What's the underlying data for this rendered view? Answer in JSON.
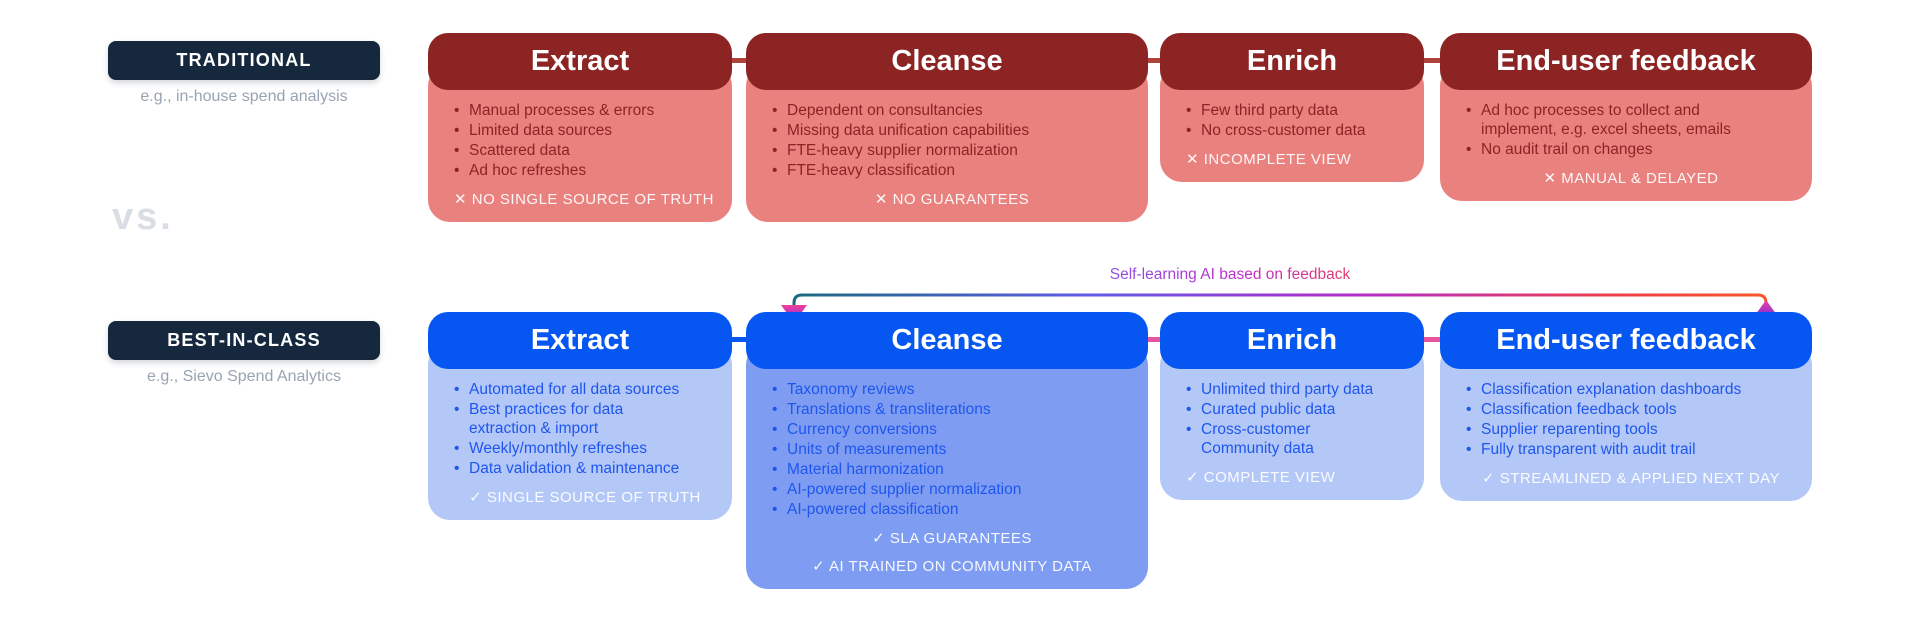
{
  "labels": {
    "traditional": {
      "title": "TRADITIONAL",
      "subtitle": "e.g., in-house spend analysis"
    },
    "vs": "vs.",
    "best_in_class": {
      "title": "BEST-IN-CLASS",
      "subtitle": "e.g., Sievo Spend Analytics"
    }
  },
  "feedback_arrow": {
    "label": "Self-learning AI based on feedback"
  },
  "colors": {
    "traditional_header": "#8C2423",
    "traditional_body": "#E9827F",
    "best_header": "#0656F2",
    "best_body_light": "#B4C8F8",
    "best_body_medium": "#7E9DF2",
    "pill_navy": "#15283E",
    "connector_red": "#AF423B",
    "connector_blue": "#0656F2",
    "connector_pink": "#E8549E",
    "arrow_gradient": [
      "#1D6A80",
      "#5F5AE8",
      "#B32CCB",
      "#F8572B"
    ]
  },
  "rows": {
    "traditional": {
      "cards": [
        {
          "title": "Extract",
          "bullets": [
            "Manual processes & errors",
            "Limited data sources",
            "Scattered data",
            "Ad hoc refreshes"
          ],
          "footers": [
            "✕ NO SINGLE SOURCE OF TRUTH"
          ]
        },
        {
          "title": "Cleanse",
          "bullets": [
            "Dependent on consultancies",
            "Missing data unification capabilities",
            "FTE-heavy supplier normalization",
            "FTE-heavy classification"
          ],
          "footers": [
            "✕ NO GUARANTEES"
          ]
        },
        {
          "title": "Enrich",
          "bullets": [
            "Few third party data",
            "No cross-customer data"
          ],
          "footers": [
            "✕ INCOMPLETE VIEW"
          ]
        },
        {
          "title": "End-user feedback",
          "bullets": [
            "Ad hoc processes to collect and implement, e.g. excel sheets, emails",
            "No audit trail on changes"
          ],
          "footers": [
            "✕ MANUAL & DELAYED"
          ]
        }
      ]
    },
    "best_in_class": {
      "cards": [
        {
          "title": "Extract",
          "bullets": [
            "Automated for all data sources",
            "Best practices for data extraction & import",
            "Weekly/monthly refreshes",
            "Data validation & maintenance"
          ],
          "footers": [
            "✓ SINGLE SOURCE OF TRUTH"
          ]
        },
        {
          "title": "Cleanse",
          "bullets": [
            "Taxonomy reviews",
            "Translations & transliterations",
            "Currency conversions",
            "Units of measurements",
            "Material harmonization",
            "AI-powered supplier normalization",
            "AI-powered classification"
          ],
          "footers": [
            "✓ SLA GUARANTEES",
            "✓ AI TRAINED ON COMMUNITY DATA"
          ]
        },
        {
          "title": "Enrich",
          "bullets": [
            "Unlimited third party data",
            "Curated public data",
            "Cross-customer\nCommunity data"
          ],
          "footers": [
            "✓ COMPLETE VIEW"
          ]
        },
        {
          "title": "End-user feedback",
          "bullets": [
            "Classification explanation dashboards",
            "Classification feedback tools",
            "Supplier reparenting tools",
            "Fully transparent with audit trail"
          ],
          "footers": [
            "✓ STREAMLINED & APPLIED NEXT DAY"
          ]
        }
      ]
    }
  }
}
